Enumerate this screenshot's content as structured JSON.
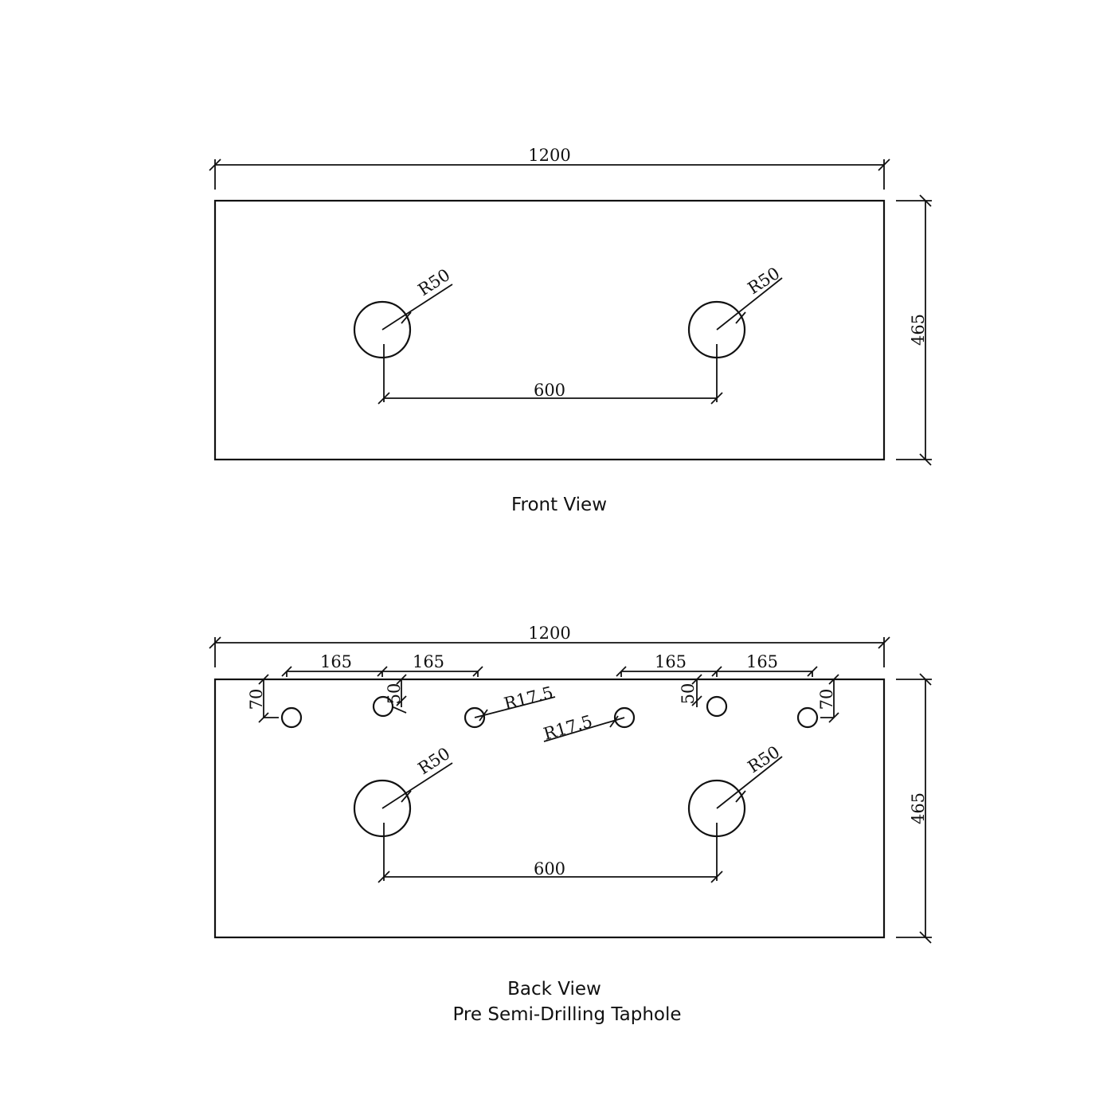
{
  "front_view": {
    "caption": "Front View",
    "width_label": "1200",
    "depth_label": "465",
    "basin_radius_left": "R50",
    "basin_radius_right": "R50",
    "basin_spacing": "600"
  },
  "back_view": {
    "caption_line1": "Back View",
    "caption_line2": "Pre Semi-Drilling Taphole",
    "width_label": "1200",
    "depth_label": "465",
    "taphole_spacing_1": "165",
    "taphole_spacing_2": "165",
    "taphole_spacing_3": "165",
    "taphole_spacing_4": "165",
    "offset_left_outer": "70",
    "offset_left_inner": "50",
    "offset_right_inner": "50",
    "offset_right_outer": "70",
    "taphole_radius_left": "R17.5",
    "taphole_radius_right": "R17.5",
    "basin_radius_left": "R50",
    "basin_radius_right": "R50",
    "basin_spacing": "600"
  },
  "colors": {
    "line": "#111111",
    "background": "#ffffff"
  }
}
